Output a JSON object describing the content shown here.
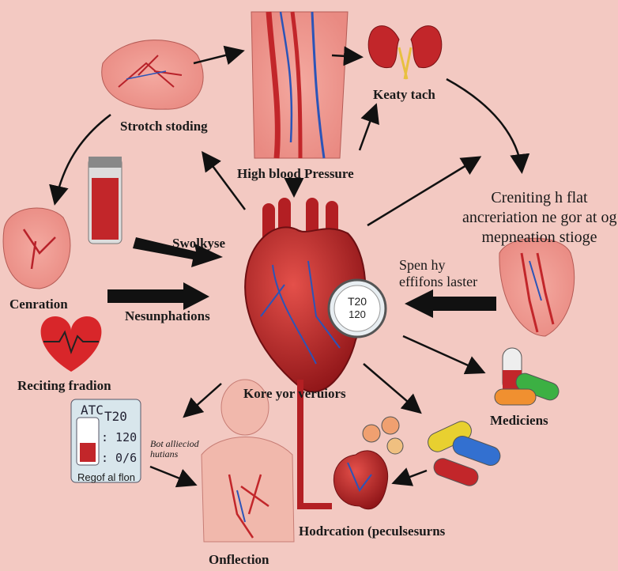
{
  "labels": {
    "stroke_staging": "Strotch stoding",
    "high_bp": "High blood Pressure",
    "kidney": "Keaty tach",
    "creating_fat_line1": "Creniting h flat",
    "creating_fat_line2": "ancreriation ne gor at og",
    "creating_fat_line3": "mepneation stioge",
    "swolkyse": "Swolkyse",
    "spenly_line1": "Spen hy",
    "spenly_line2": "effifons laster",
    "cenration": "Cenration",
    "nesunphations": "Nesunphations",
    "reciting_fradion": "Reciting fradion",
    "kore_veruiors": "Kore yor  veruiors",
    "medicines": "Mediciens",
    "bot_line1": "Bot allieciod",
    "bot_line2": "hutians",
    "regof": "Regof al flon",
    "onflection": "Onflection",
    "hodrcation": "Hodrcation (peculsesurns"
  },
  "gauge": {
    "line1": "T20",
    "line2": "120"
  },
  "monitor": {
    "header": "ATC",
    "reading1": "T20",
    "reading2": ": 120",
    "reading3": ": 0/6"
  },
  "colors": {
    "background": "#f3c9c2",
    "heart_red": "#c2262a",
    "vein_blue": "#2b54b8",
    "arrow": "#111111"
  }
}
